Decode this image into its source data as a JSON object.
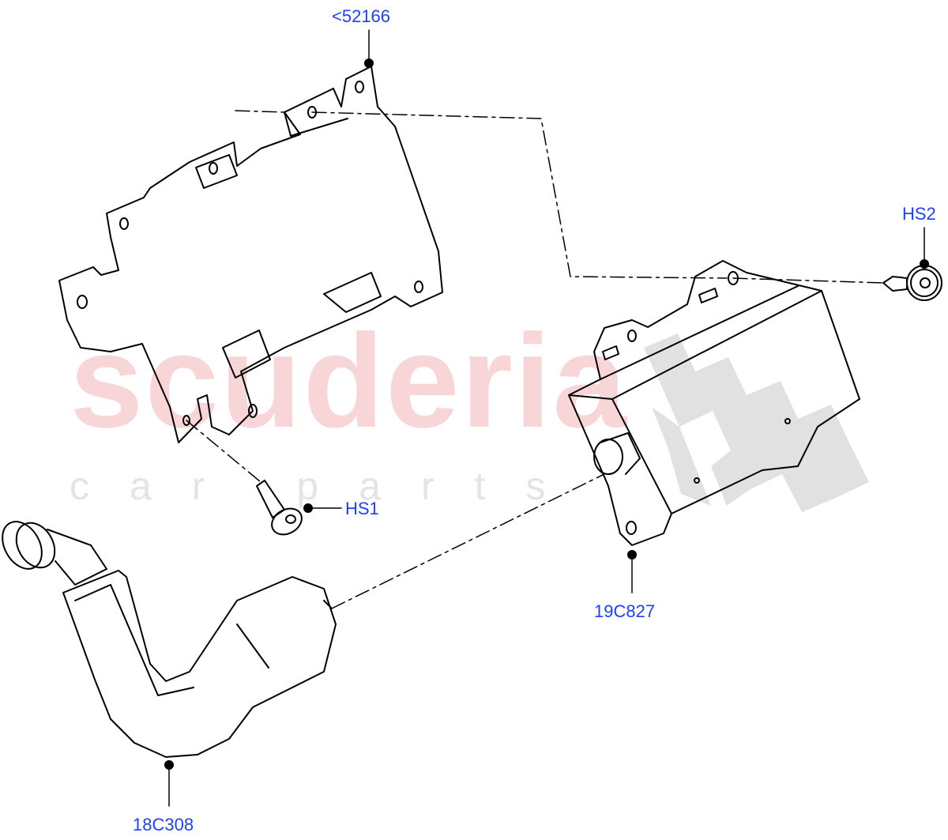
{
  "diagram": {
    "type": "exploded parts diagram",
    "watermark": {
      "main_text": "scuderia",
      "sub_text": "car parts",
      "main_color": "#f8d6d8",
      "sub_color": "#e6e3e6",
      "checker_color": "#dcdcdc"
    },
    "callout_color": "#1f3fff",
    "line_color": "#000000",
    "callouts": [
      {
        "id": "52166",
        "label": "<52166",
        "part": "mounting-bracket"
      },
      {
        "id": "HS2",
        "label": "HS2",
        "part": "module-screw"
      },
      {
        "id": "HS1",
        "label": "HS1",
        "part": "bracket-screw"
      },
      {
        "id": "19C827",
        "label": "19C827",
        "part": "control-module"
      },
      {
        "id": "18C308",
        "label": "18C308",
        "part": "wiring-connector-cover"
      }
    ]
  }
}
